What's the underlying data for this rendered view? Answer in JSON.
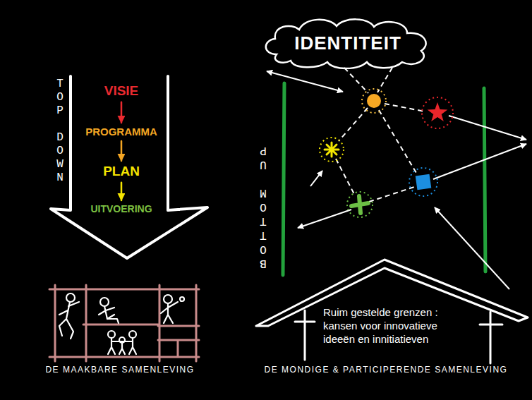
{
  "diagram": {
    "nodes": [
      {
        "text": [
          "TOP DOWN"
        ]
      },
      {
        "text": [
          "VISIE"
        ],
        "in": 0
      },
      {
        "text": [
          "PROGRAMMA"
        ],
        "in": 0
      },
      {
        "text": [
          "PLAN"
        ],
        "in": 0
      },
      {
        "text": [
          "UITVOERING"
        ],
        "in": 0
      },
      {
        "text": [
          "IDENTITEIT"
        ]
      },
      {
        "text": [
          "Ruim gestelde grenzen : kansen voor innovatieve ideeën en innitiatieven"
        ]
      }
    ],
    "edges": [
      {
        "from": 1,
        "to": 2,
        "arrow": "to"
      },
      {
        "from": 2,
        "to": 3,
        "arrow": "to"
      },
      {
        "from": 3,
        "to": 4,
        "arrow": "to"
      }
    ],
    "labels": [
      "DE MAAKBARE SAMENLEVING",
      "BOTTOM UP",
      "DE MONDIGE & PARTICIPERENDE SAMENLEVING"
    ]
  }
}
